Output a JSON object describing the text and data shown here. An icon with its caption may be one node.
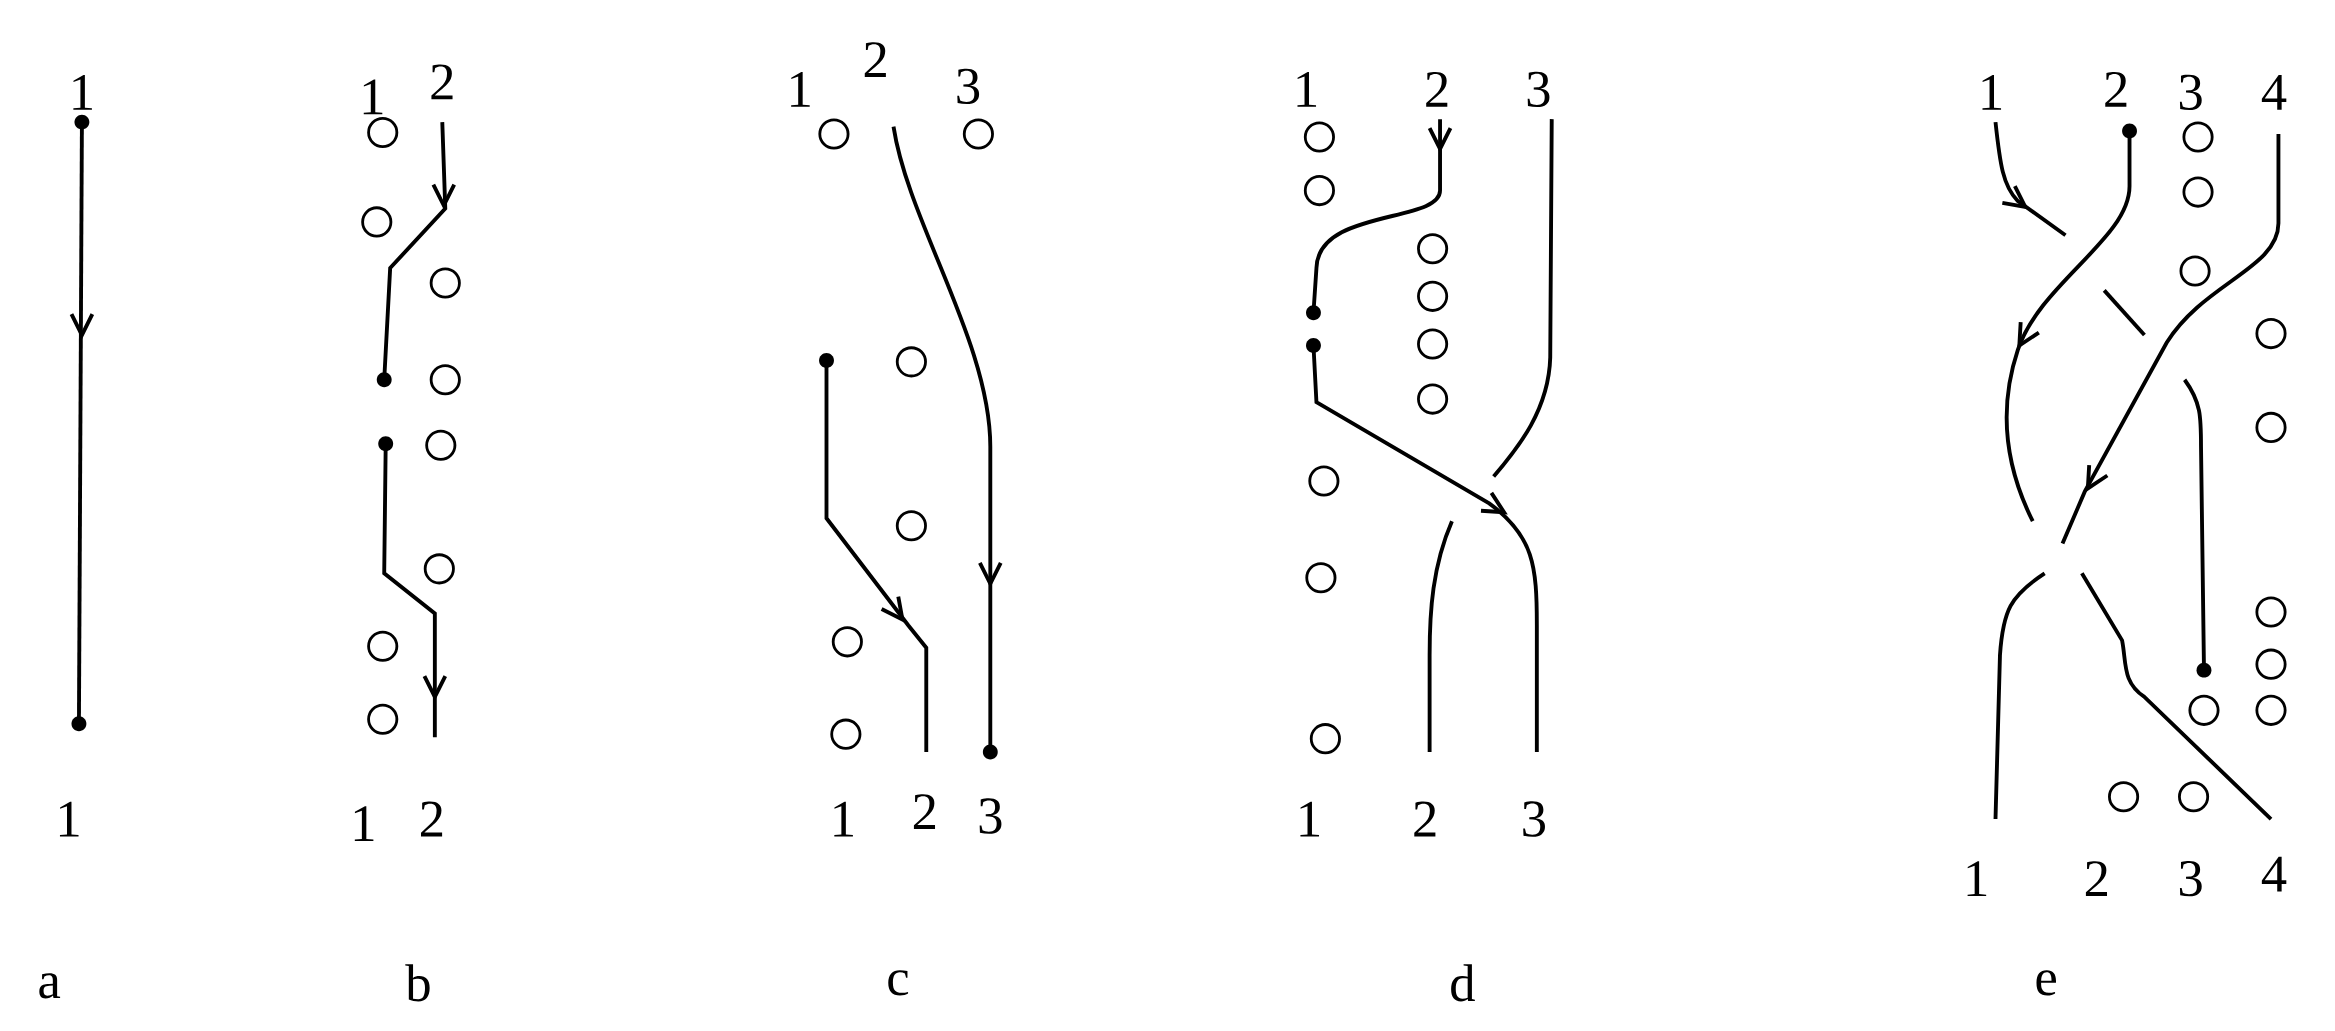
{
  "diagram": {
    "labels": [
      "1",
      "1",
      "2",
      "1",
      "2",
      "3",
      "1",
      "2",
      "3",
      "1",
      "2",
      "3",
      "4",
      "1",
      "1",
      "2",
      "1",
      "2",
      "3",
      "1",
      "2",
      "3",
      "1",
      "2",
      "3",
      "4",
      "a",
      "b",
      "c",
      "d",
      "e"
    ]
  }
}
